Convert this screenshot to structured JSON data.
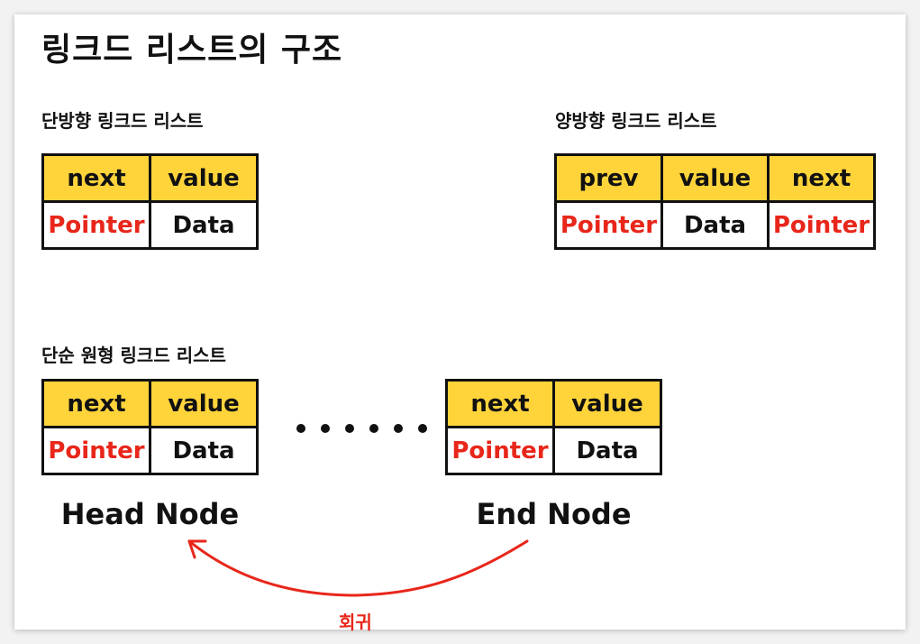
{
  "title": "링크드 리스트의 구조",
  "singly": {
    "label": "단방향 링크드 리스트",
    "headers": [
      "next",
      "value"
    ],
    "cells": [
      "Pointer",
      "Data"
    ]
  },
  "doubly": {
    "label": "양방향 링크드 리스트",
    "headers": [
      "prev",
      "value",
      "next"
    ],
    "cells": [
      "Pointer",
      "Data",
      "Pointer"
    ]
  },
  "circular": {
    "label": "단순 원형 링크드 리스트",
    "head_node": {
      "headers": [
        "next",
        "value"
      ],
      "cells": [
        "Pointer",
        "Data"
      ],
      "caption": "Head Node"
    },
    "end_node": {
      "headers": [
        "next",
        "value"
      ],
      "cells": [
        "Pointer",
        "Data"
      ],
      "caption": "End Node"
    },
    "ellipsis": "......",
    "return_label": "회귀"
  },
  "colors": {
    "header_fill": "#ffd43b",
    "pointer_text": "#e8261a",
    "border": "#111111",
    "arrow": "#e8261a"
  }
}
